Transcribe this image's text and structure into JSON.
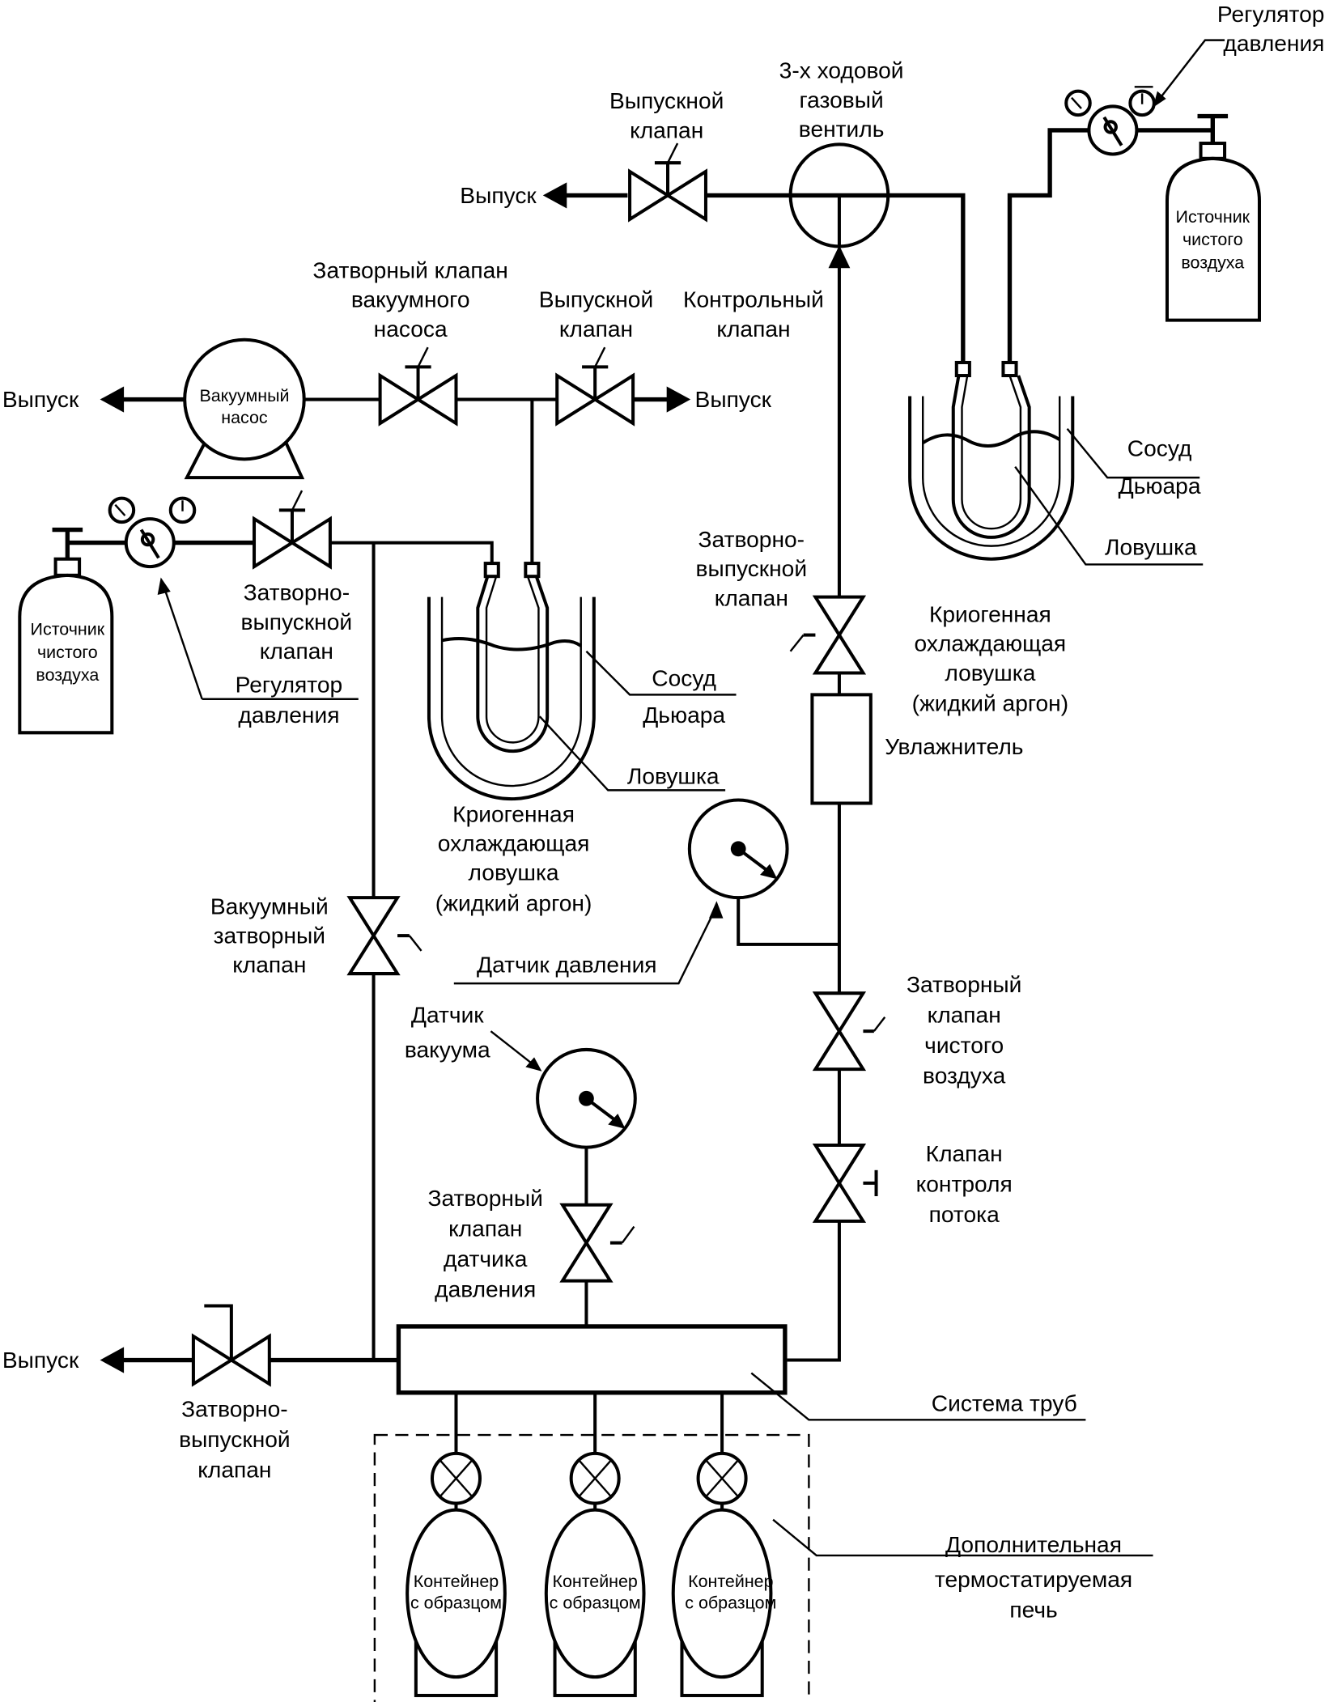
{
  "labels": {
    "top_exhaust": "Выпуск",
    "top_release_valve": [
      "Выпускной",
      "клапан"
    ],
    "three_way_valve": [
      "3-х ходовой",
      "газовый",
      "вентиль"
    ],
    "pressure_regulator_right": [
      "Регулятор",
      "давления"
    ],
    "clean_air_source_right": [
      "Источник",
      "чистого",
      "воздуха"
    ],
    "vacuum_pump_shutoff_valve": [
      "Затворный клапан",
      "вакуумного",
      "насоса"
    ],
    "mid_release_valve": [
      "Выпускной",
      "клапан"
    ],
    "check_valve": [
      "Контрольный",
      "клапан"
    ],
    "left_exhaust": "Выпуск",
    "vacuum_pump": [
      "Вакуумный",
      "насос"
    ],
    "mid_exhaust": "Выпуск",
    "dewar_right": [
      "Сосуд",
      "Дьюара"
    ],
    "trap_right": "Ловушка",
    "cryo_trap_right": [
      "Криогенная",
      "охлаждающая",
      "ловушка",
      "(жидкий аргон)"
    ],
    "shutoff_release_valve_right": [
      "Затворно-",
      "выпускной",
      "клапан"
    ],
    "humidifier": "Увлажнитель",
    "clean_air_source_left": [
      "Источник",
      "чистого",
      "воздуха"
    ],
    "shutoff_release_valve_left": [
      "Затворно-",
      "выпускной",
      "клапан"
    ],
    "pressure_regulator_left": [
      "Регулятор",
      "давления"
    ],
    "dewar_left": [
      "Сосуд",
      "Дьюара"
    ],
    "trap_left": "Ловушка",
    "cryo_trap_left": [
      "Криогенная",
      "охлаждающая",
      "ловушка",
      "(жидкий аргон)"
    ],
    "vacuum_shutoff_valve": [
      "Вакуумный",
      "затворный",
      "клапан"
    ],
    "pressure_sensor": "Датчик давления",
    "clean_air_shutoff_valve": [
      "Затворный",
      "клапан",
      "чистого",
      "воздуха"
    ],
    "vacuum_sensor": [
      "Датчик",
      "вакуума"
    ],
    "flow_control_valve": [
      "Клапан",
      "контроля",
      "потока"
    ],
    "pressure_sensor_shutoff_valve": [
      "Затворный",
      "клапан",
      "датчика",
      "давления"
    ],
    "bottom_exhaust": "Выпуск",
    "bottom_shutoff_release_valve": [
      "Затворно-",
      "выпускной",
      "клапан"
    ],
    "piping_system": "Система труб",
    "oven": [
      "Дополнительная",
      "термостатируемая",
      "печь"
    ],
    "sample_container": [
      "Контейнер",
      "с образцом"
    ]
  }
}
